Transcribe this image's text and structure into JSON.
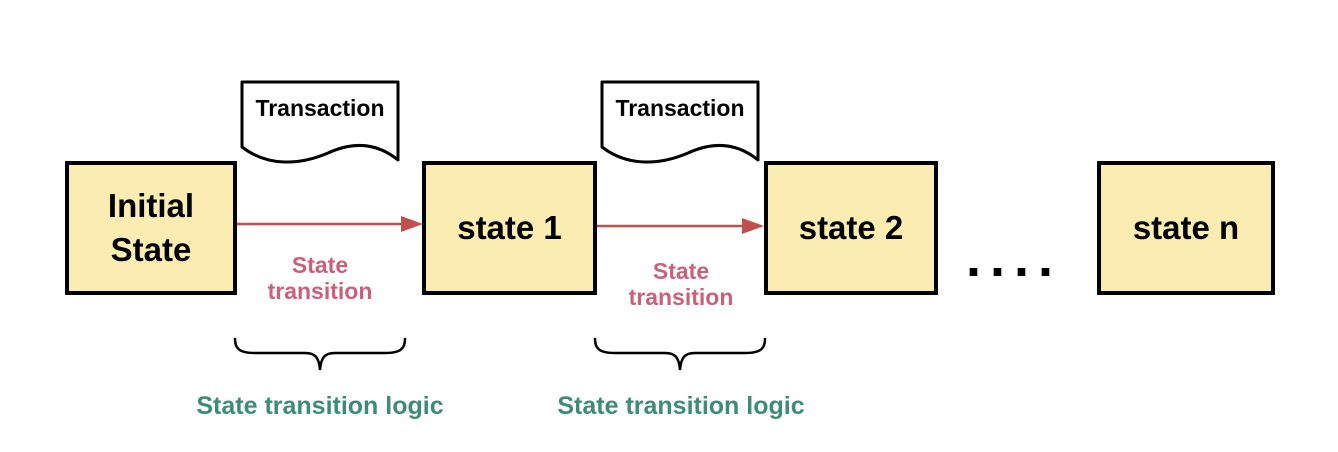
{
  "diagram": {
    "states": [
      {
        "label": "Initial State"
      },
      {
        "label": "state 1"
      },
      {
        "label": "state 2"
      },
      {
        "label": "state n"
      }
    ],
    "documents": [
      {
        "label": "Transaction"
      },
      {
        "label": "Transaction"
      }
    ],
    "transitions": [
      {
        "label": "State transition"
      },
      {
        "label": "State transition"
      }
    ],
    "logic_labels": [
      {
        "label": "State transition logic"
      },
      {
        "label": "State transition logic"
      }
    ],
    "ellipsis": "....",
    "icons": {
      "document": "document-shape-icon",
      "arrow": "arrow-right-icon",
      "brace": "underbrace-icon"
    },
    "colors": {
      "background": "#FFFFFF",
      "state_fill": "#FBECB2",
      "state_border": "#000000",
      "arrow": "#C0504D",
      "transition_text": "#C9617A",
      "logic_text": "#3E8C76",
      "document_fill": "#FFFFFF",
      "document_border": "#000000",
      "ellipsis_dots": "#000000"
    }
  }
}
